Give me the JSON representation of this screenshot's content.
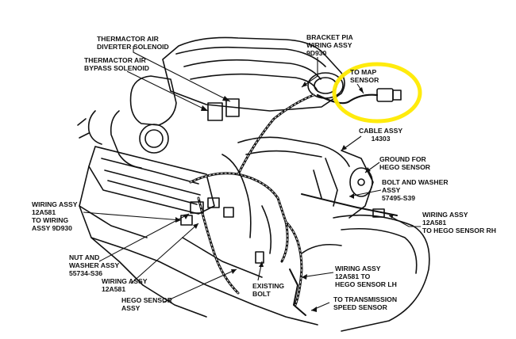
{
  "colors": {
    "ink": "#111111",
    "highlight": "#ffea00",
    "paper": "#ffffff"
  },
  "labels": {
    "thermactor_diverter": [
      "THERMACTOR AIR",
      "DIVERTER SOLENOID"
    ],
    "thermactor_bypass": [
      "THERMACTOR AIR",
      "BYPASS SOLENOID"
    ],
    "bracket_wiring": [
      "BRACKET PIA",
      "WIRING ASSY",
      "9D930"
    ],
    "to_map_sensor": [
      "TO MAP",
      "SENSOR"
    ],
    "cable_assy": [
      "CABLE ASSY",
      "14303"
    ],
    "ground_hego": [
      "GROUND FOR",
      "HEGO SENSOR"
    ],
    "bolt_washer": [
      "BOLT AND WASHER",
      "ASSY",
      "57495-S39"
    ],
    "wiring_hego_rh": [
      "WIRING ASSY",
      "12A581",
      "TO HEGO SENSOR RH"
    ],
    "wiring_to_9d930": [
      "WIRING ASSY",
      "12A581",
      "TO WIRING",
      "ASSY 9D930"
    ],
    "nut_washer": [
      "NUT AND",
      "WASHER ASSY",
      "55734-S36"
    ],
    "wiring_12a581": [
      "WIRING ASSY",
      "12A581"
    ],
    "hego_sensor": [
      "HEGO SENSOR",
      "ASSY"
    ],
    "existing_bolt": [
      "EXISTING",
      "BOLT"
    ],
    "wiring_hego_lh": [
      "WIRING ASSY",
      "12A581 TO",
      "HEGO SENSOR LH"
    ],
    "transmission": [
      "TO TRANSMISSION",
      "SPEED SENSOR"
    ]
  }
}
